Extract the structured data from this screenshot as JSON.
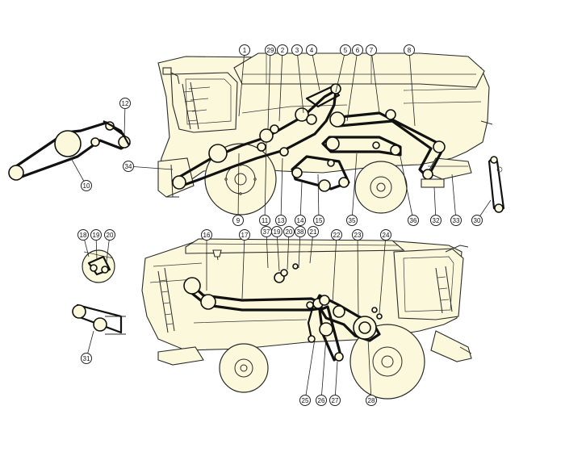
{
  "diagram": {
    "callouts": [
      {
        "id": "c1",
        "label": "1"
      },
      {
        "id": "c29",
        "label": "29"
      },
      {
        "id": "c2",
        "label": "2"
      },
      {
        "id": "c3",
        "label": "3"
      },
      {
        "id": "c4",
        "label": "4"
      },
      {
        "id": "c5",
        "label": "5"
      },
      {
        "id": "c6",
        "label": "6"
      },
      {
        "id": "c7",
        "label": "7"
      },
      {
        "id": "c8",
        "label": "8"
      },
      {
        "id": "c12",
        "label": "12"
      },
      {
        "id": "c34",
        "label": "34"
      },
      {
        "id": "c10",
        "label": "10"
      },
      {
        "id": "c9",
        "label": "9"
      },
      {
        "id": "c11",
        "label": "11"
      },
      {
        "id": "c13",
        "label": "13"
      },
      {
        "id": "c14",
        "label": "14"
      },
      {
        "id": "c15",
        "label": "15"
      },
      {
        "id": "c35",
        "label": "35"
      },
      {
        "id": "c36",
        "label": "36"
      },
      {
        "id": "c32",
        "label": "32"
      },
      {
        "id": "c33",
        "label": "33"
      },
      {
        "id": "c30",
        "label": "30"
      },
      {
        "id": "c18",
        "label": "18"
      },
      {
        "id": "c19a",
        "label": "19"
      },
      {
        "id": "c20a",
        "label": "20"
      },
      {
        "id": "c16",
        "label": "16"
      },
      {
        "id": "c17",
        "label": "17"
      },
      {
        "id": "c37",
        "label": "37"
      },
      {
        "id": "c19b",
        "label": "19"
      },
      {
        "id": "c20b",
        "label": "20"
      },
      {
        "id": "c38",
        "label": "38"
      },
      {
        "id": "c21",
        "label": "21"
      },
      {
        "id": "c22",
        "label": "22"
      },
      {
        "id": "c23",
        "label": "23"
      },
      {
        "id": "c24",
        "label": "24"
      },
      {
        "id": "c31",
        "label": "31"
      },
      {
        "id": "c25",
        "label": "25"
      },
      {
        "id": "c26",
        "label": "26"
      },
      {
        "id": "c27",
        "label": "27"
      },
      {
        "id": "c28",
        "label": "28"
      }
    ]
  }
}
